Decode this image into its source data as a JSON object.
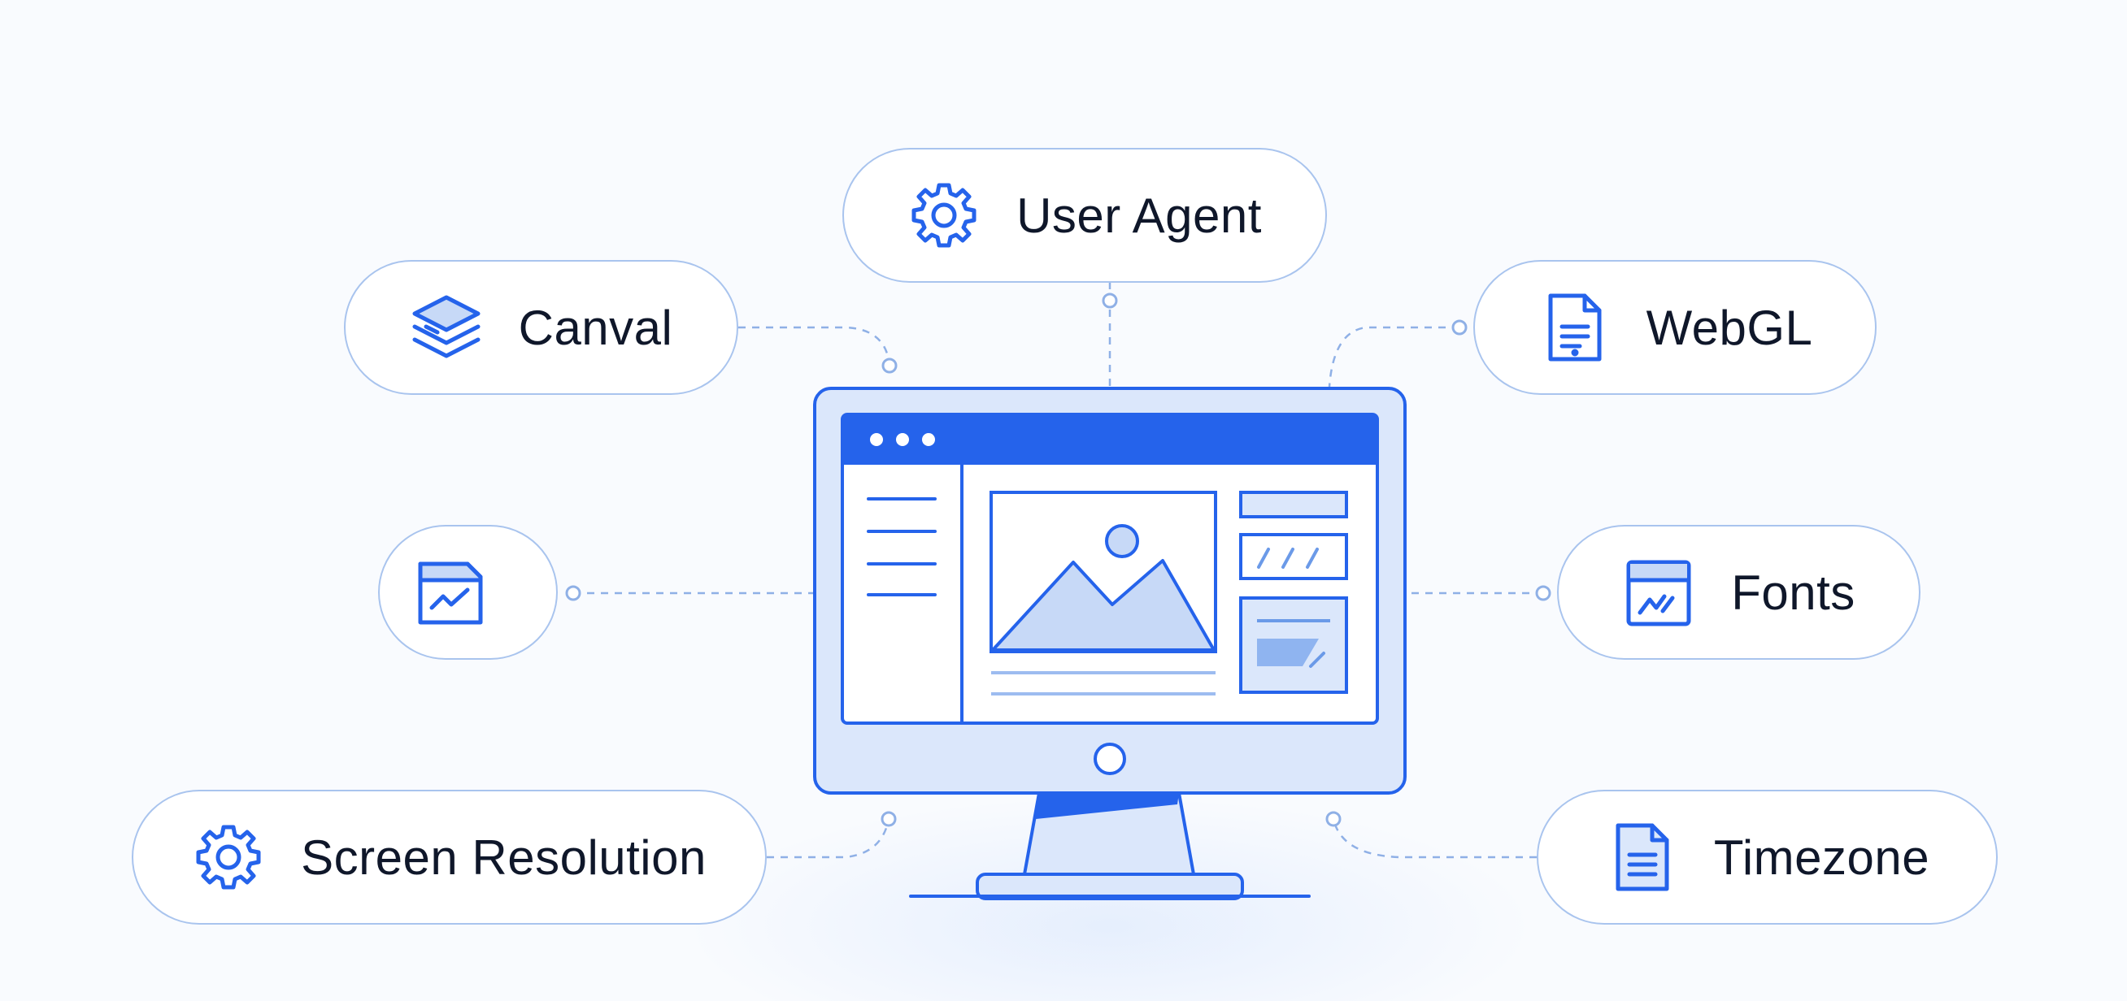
{
  "nodes": {
    "user_agent": {
      "label": "User Agent",
      "icon": "gear-icon"
    },
    "canval": {
      "label": "Canval",
      "icon": "stack-layers-icon"
    },
    "webgl": {
      "label": "WebGL",
      "icon": "document-icon"
    },
    "chart": {
      "label": "",
      "icon": "chart-window-icon"
    },
    "fonts": {
      "label": "Fonts",
      "icon": "chart-window-icon"
    },
    "screen_resolution": {
      "label": "Screen Resolution",
      "icon": "gear-icon"
    },
    "timezone": {
      "label": "Timezone",
      "icon": "document-icon"
    }
  },
  "center": {
    "icon": "monitor-browser-icon"
  },
  "colors": {
    "accent": "#2563eb",
    "pill_border": "#a9c4ee",
    "monitor_fill": "#dbe7fb",
    "wire": "#8fb0e6",
    "text": "#0f172a"
  }
}
